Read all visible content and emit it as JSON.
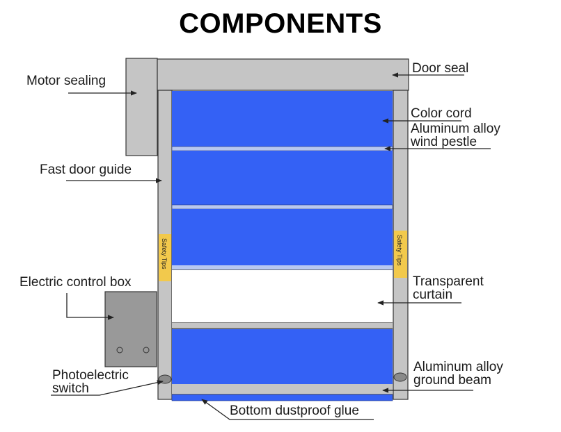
{
  "title": "COMPONENTS",
  "colors": {
    "curtain_blue": "#3461f5",
    "frame_gray": "#c5c5c5",
    "control_box_gray": "#999999",
    "safety_tips_yellow": "#f2c94c",
    "wind_pestle_light": "#b8c8f0"
  },
  "labels": {
    "motor_sealing": "Motor sealing",
    "door_seal": "Door seal",
    "color_cord": "Color cord",
    "wind_pestle_line1": "Aluminum alloy",
    "wind_pestle_line2": "wind pestle",
    "fast_door_guide": "Fast door guide",
    "electric_control_box": "Electric control box",
    "transparent_curtain_line1": "Transparent",
    "transparent_curtain_line2": "curtain",
    "photoelectric_line1": "Photoelectric",
    "photoelectric_line2": "switch",
    "ground_beam_line1": "Aluminum alloy",
    "ground_beam_line2": "ground beam",
    "bottom_dustproof_glue": "Bottom dustproof glue"
  },
  "safety_tips": {
    "left": "Safety Tips",
    "right": "Safety Tips"
  }
}
